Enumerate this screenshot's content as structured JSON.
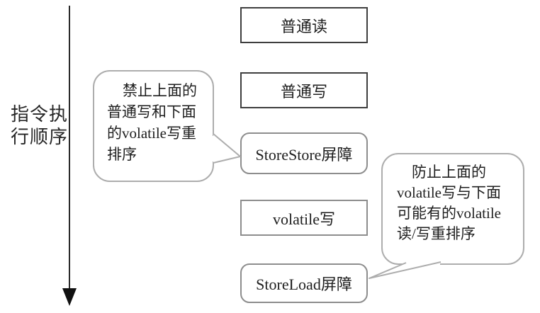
{
  "diagram": {
    "timeline": {
      "label": "指令执\n行顺序"
    },
    "boxes": [
      {
        "label": "普通读",
        "shape": "rectangle",
        "border_color": "#3e3e3e"
      },
      {
        "label": "普通写",
        "shape": "rectangle",
        "border_color": "#3e3e3e"
      },
      {
        "label": "StoreStore屏障",
        "shape": "rounded-rectangle",
        "border_color": "#8d8d8d"
      },
      {
        "label": "volatile写",
        "shape": "rectangle",
        "border_color": "#8d8d8d"
      },
      {
        "label": "StoreLoad屏障",
        "shape": "rounded-rectangle",
        "border_color": "#8d8d8d"
      }
    ],
    "callouts": {
      "left": {
        "text": "禁止上面的\n普通写和下面\n的volatile写重\n排序",
        "points_to": "StoreStore屏障"
      },
      "right": {
        "text": "防止上面的\nvolatile写与下面\n可能有的volatile\n读/写重排序",
        "points_to": "StoreLoad屏障"
      }
    },
    "colors": {
      "background": "#ffffff",
      "text": "#1e1e1e",
      "arrow": "#2a2a2a",
      "dark_box_border": "#3e3e3e",
      "gray_box_border": "#8d8d8d",
      "bubble_border": "#adadad"
    }
  }
}
